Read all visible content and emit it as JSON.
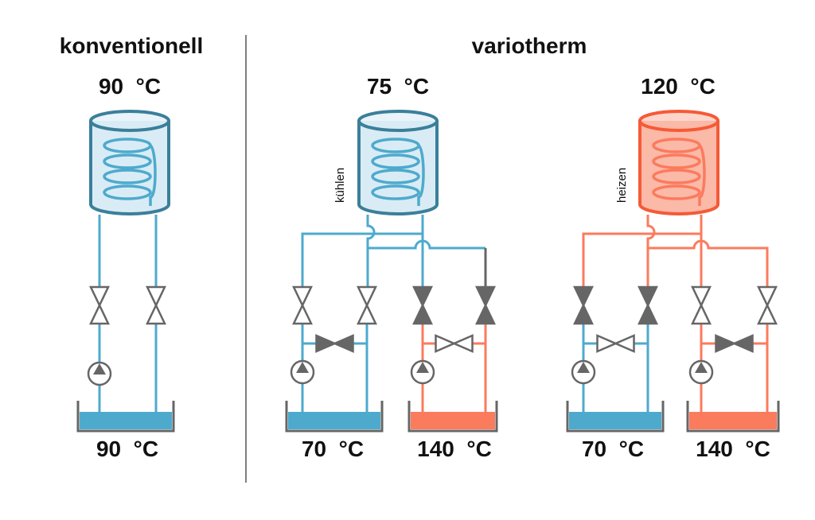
{
  "colors": {
    "cold": "#4eaacd",
    "cold_dark": "#3b7f9a",
    "cold_fill": "#d9ecf5",
    "hot": "#fb7b5d",
    "hot_dark": "#f55a37",
    "hot_fill": "#fbb9a8",
    "valve": "#666666",
    "divider": "#555555"
  },
  "sections": {
    "conventional": {
      "title": "konventionell",
      "tank_temp": "90  °C",
      "basin_temp": "90  °C"
    },
    "variotherm": {
      "title": "variotherm",
      "cool_unit": {
        "tank_temp": "75  °C",
        "side_label": "kühlen",
        "basin_left_temp": "70  °C",
        "basin_right_temp": "140  °C"
      },
      "heat_unit": {
        "tank_temp": "120  °C",
        "side_label": "heizen",
        "basin_left_temp": "70  °C",
        "basin_right_temp": "140  °C"
      }
    }
  }
}
